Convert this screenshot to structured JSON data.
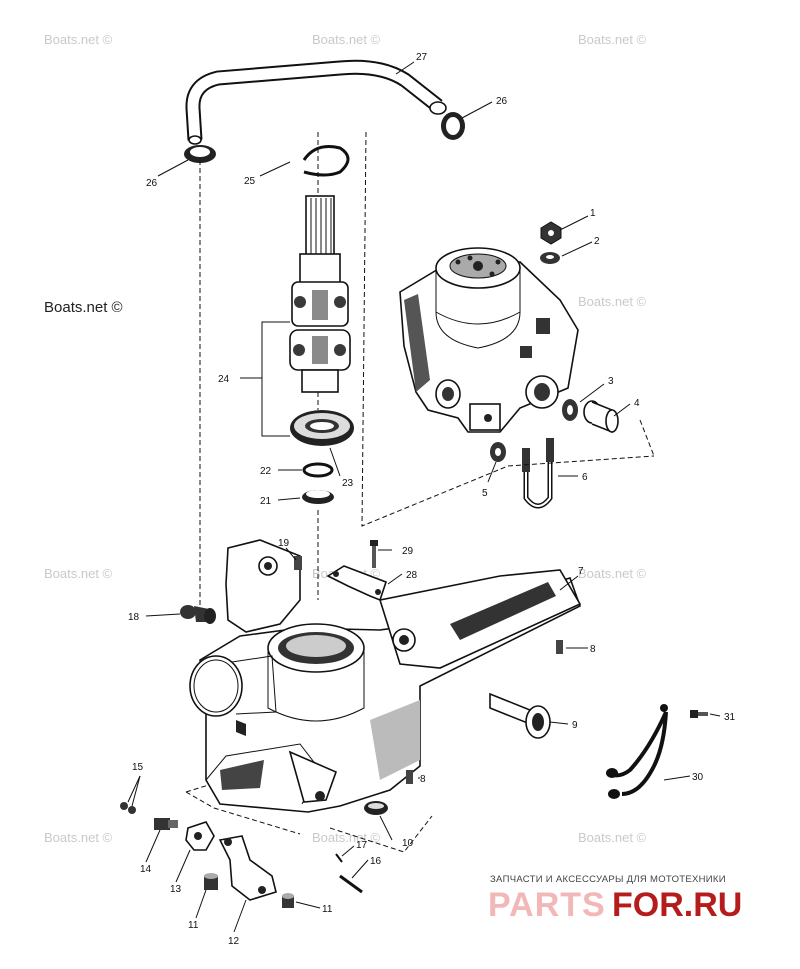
{
  "watermark_text": "Boats.net ©",
  "banner": {
    "tagline": "ЗАПЧАСТИ И АКСЕССУАРЫ ДЛЯ МОТОТЕХНИКИ",
    "brand_part1": "PARTS",
    "brand_part2": "FOR.RU"
  },
  "callouts": {
    "c1": "1",
    "c2": "2",
    "c3": "3",
    "c4": "4",
    "c5": "5",
    "c6": "6",
    "c7": "7",
    "c8a": "8",
    "c8b": "8",
    "c9": "9",
    "c10": "10",
    "c11a": "11",
    "c11b": "11",
    "c12": "12",
    "c13": "13",
    "c14": "14",
    "c15": "15",
    "c16": "16",
    "c17": "17",
    "c18": "18",
    "c19": "19",
    "c21": "21",
    "c22": "22",
    "c23": "23",
    "c24": "24",
    "c25": "25",
    "c26a": "26",
    "c26b": "26",
    "c27": "27",
    "c28": "28",
    "c29": "29",
    "c30": "30",
    "c31": "31"
  }
}
